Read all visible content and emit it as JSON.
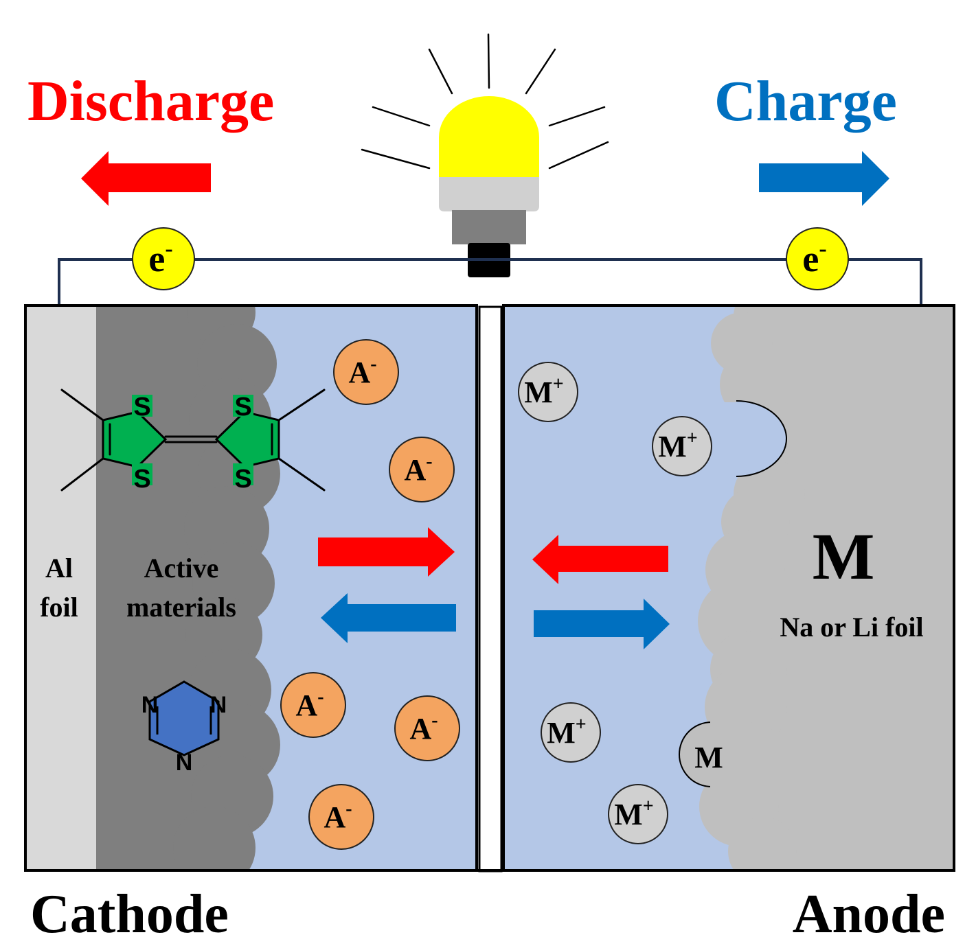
{
  "colors": {
    "discharge": "#ff0000",
    "charge": "#0070c0",
    "electrolyte": "#b4c7e7",
    "al_foil": "#d9d9d9",
    "active_material": "#7f7f7f",
    "metal_foil": "#bfbfbf",
    "anion": "#f4a460",
    "cation": "#d0d0d0",
    "electron": "#ffff00",
    "ttf_ring": "#00b050",
    "triazine_ring": "#4472c4",
    "bulb_glass": "#ffff00",
    "wire": "#1f3050"
  },
  "labels": {
    "discharge": "Discharge",
    "charge": "Charge",
    "cathode": "Cathode",
    "anode": "Anode",
    "al_foil_line1": "Al",
    "al_foil_line2": "foil",
    "active_line1": "Active",
    "active_line2": "materials",
    "metal_symbol": "M",
    "metal_foil_label": "Na or Li foil",
    "deposited_metal": "M"
  },
  "electron": {
    "base": "e",
    "charge": "-"
  },
  "anion": {
    "base": "A",
    "charge": "-"
  },
  "cation": {
    "base": "M",
    "charge": "+"
  },
  "molecules": {
    "ttf": {
      "heteroatom": "S",
      "name": "tetrathiafulvalene-icon"
    },
    "triazine": {
      "heteroatom": "N",
      "name": "triazine-icon"
    }
  }
}
